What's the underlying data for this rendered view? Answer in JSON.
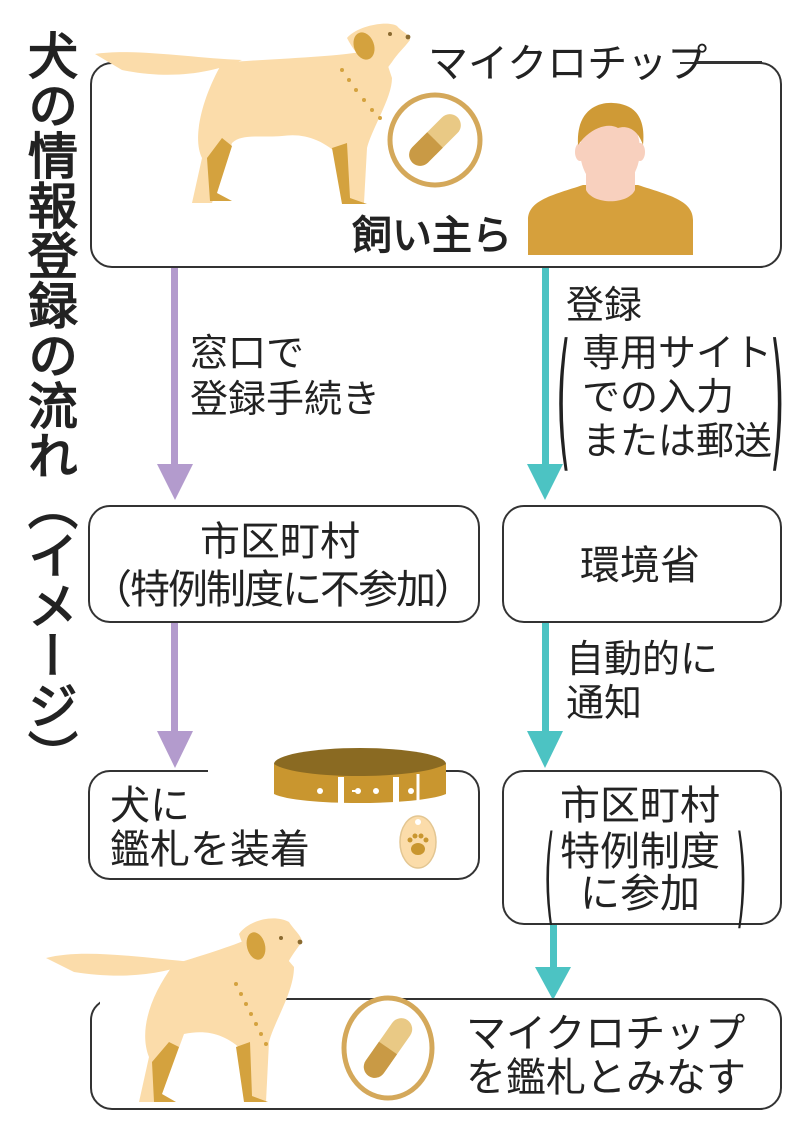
{
  "title": "犬の情報登録の流れ（イメージ）",
  "colors": {
    "purple_arrow": "#b39bcd",
    "teal_arrow": "#4cc3c3",
    "dog_body": "#fbdcaa",
    "dog_accent": "#d4a23e",
    "collar": "#c9962f",
    "person_shirt": "#d6a03c",
    "person_hair": "#cf9a36",
    "person_skin": "#f8d0be",
    "box_border": "#333333"
  },
  "top_box": {
    "microchip_label": "マイクロチップ",
    "owner_label": "飼い主ら",
    "icons": [
      "dog-icon",
      "microchip-icon",
      "person-icon"
    ]
  },
  "left_flow": {
    "arrow1_label_line1": "窓口で",
    "arrow1_label_line2": "登録手続き",
    "box1_line1": "市区町村",
    "box1_line2": "（特例制度に不参加）",
    "box2_line1": "犬に",
    "box2_line2": "鑑札を装着",
    "box2_icon": "collar-tag-icon"
  },
  "right_flow": {
    "arrow1_label": "登録",
    "arrow1_detail_line1": "専用サイト",
    "arrow1_detail_line2": "での入力",
    "arrow1_detail_line3": "または郵送",
    "box1_label": "環境省",
    "arrow2_label_line1": "自動的に",
    "arrow2_label_line2": "通知",
    "box2_line1": "市区町村",
    "box2_line2": "特例制度",
    "box2_line3": "に参加"
  },
  "bottom_box": {
    "line1": "マイクロチップ",
    "line2": "を鑑札とみなす",
    "icons": [
      "dog-icon",
      "microchip-icon"
    ]
  }
}
